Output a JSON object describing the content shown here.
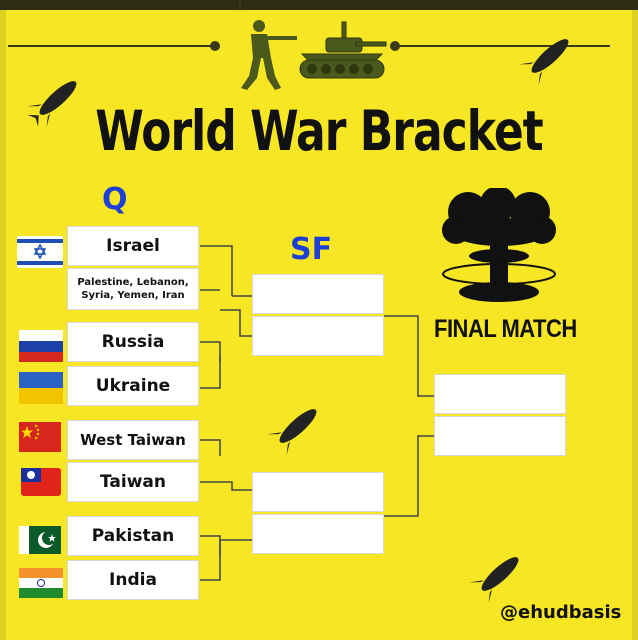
{
  "title": "World War Bracket",
  "rounds": {
    "quarter": "Q",
    "semi": "SF",
    "final": "FINAL MATCH"
  },
  "teams": [
    {
      "name": "Israel",
      "flag": "israel-flag"
    },
    {
      "name": "Palestine, Lebanon, Syria, Yemen, Iran",
      "flag": ""
    },
    {
      "name": "Russia",
      "flag": "russia-flag"
    },
    {
      "name": "Ukraine",
      "flag": "ukraine-flag"
    },
    {
      "name": "West Taiwan",
      "flag": "china-flag"
    },
    {
      "name": "Taiwan",
      "flag": "taiwan-flag"
    },
    {
      "name": "Pakistan",
      "flag": "pakistan-flag"
    },
    {
      "name": "India",
      "flag": "india-flag"
    }
  ],
  "semifinal_slots": [
    "",
    "",
    "",
    ""
  ],
  "final_slots": [
    "",
    ""
  ],
  "handle": "@ehudbasis",
  "colors": {
    "background": "#f6e624",
    "round_label": "#1d3fd6",
    "text": "#111111"
  },
  "icons": [
    "soldier-icon",
    "tank-icon",
    "missile-icon",
    "mushroom-cloud-icon"
  ]
}
